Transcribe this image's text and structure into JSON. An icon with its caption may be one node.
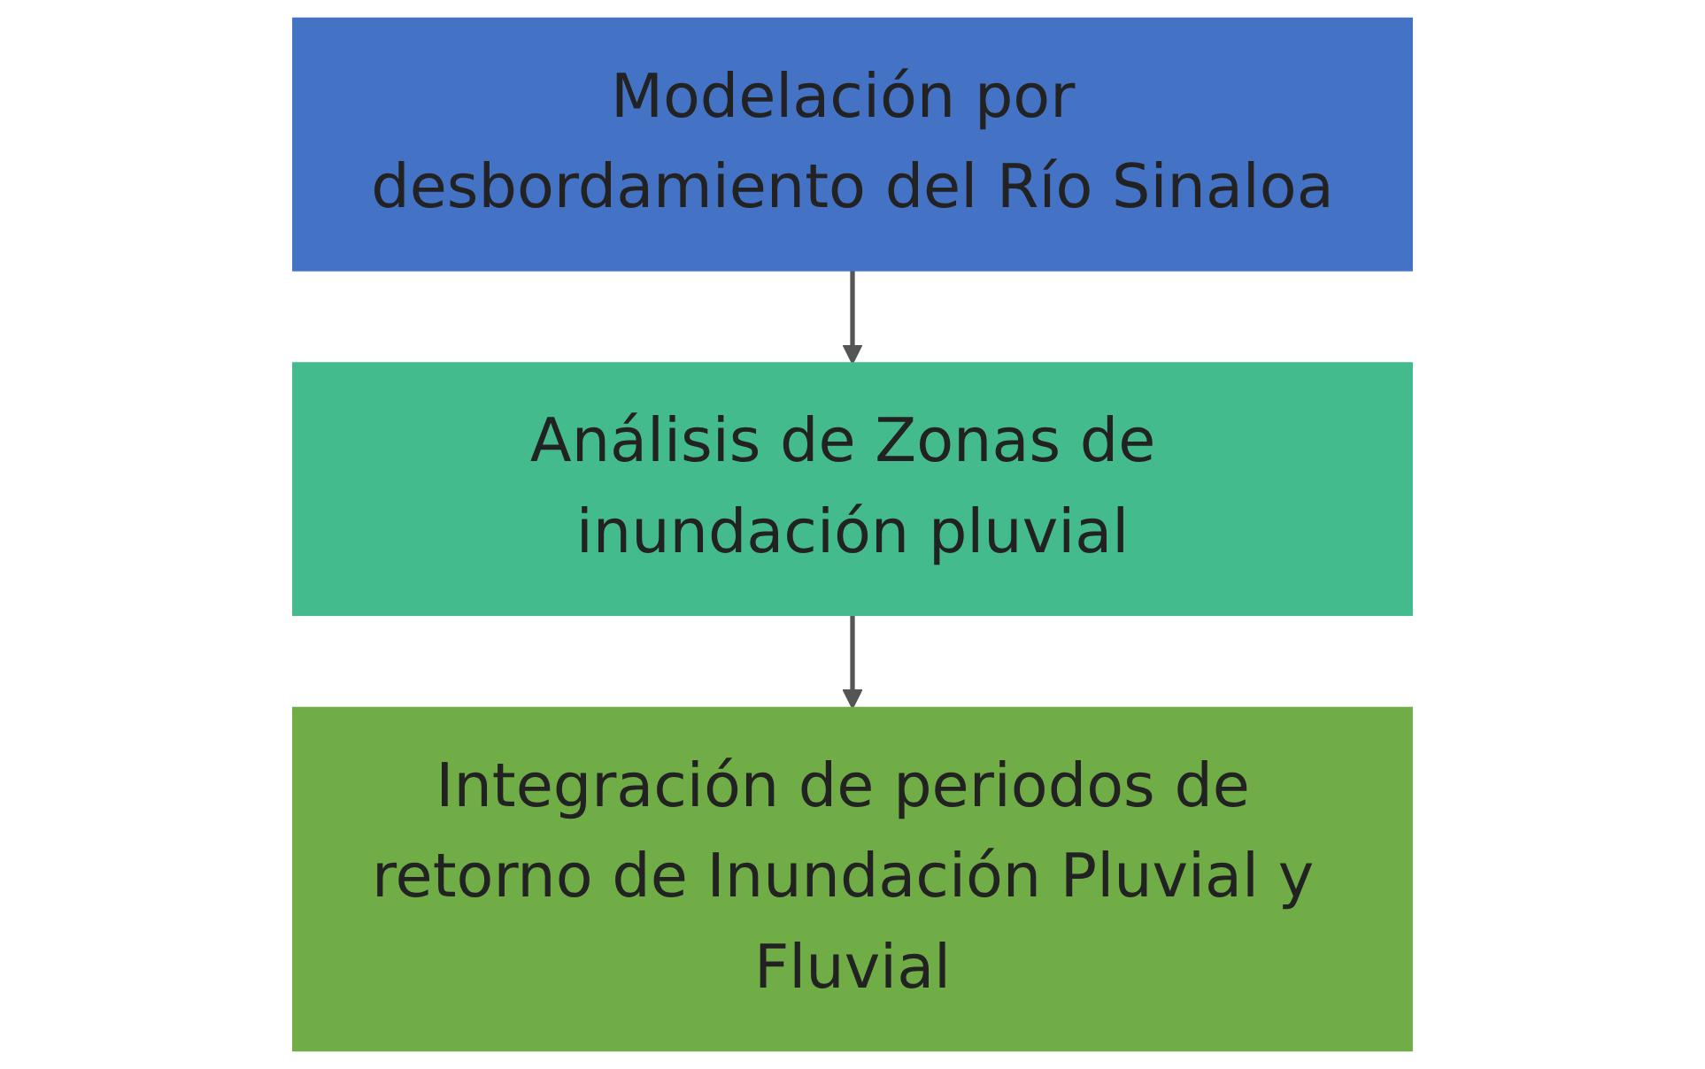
{
  "diagram": {
    "nodes": [
      {
        "text": [
          "Modelación por desbordamiento del Río Sinaloa"
        ]
      },
      {
        "text": [
          "Análisis de Zonas de inundación pluvial"
        ]
      },
      {
        "text": [
          "Integración de periodos de retorno de Inundación Pluvial y Fluvial"
        ]
      }
    ],
    "edges": [
      {
        "from": 0,
        "to": 1,
        "arrow": "to"
      },
      {
        "from": 1,
        "to": 2,
        "arrow": "to"
      }
    ]
  }
}
